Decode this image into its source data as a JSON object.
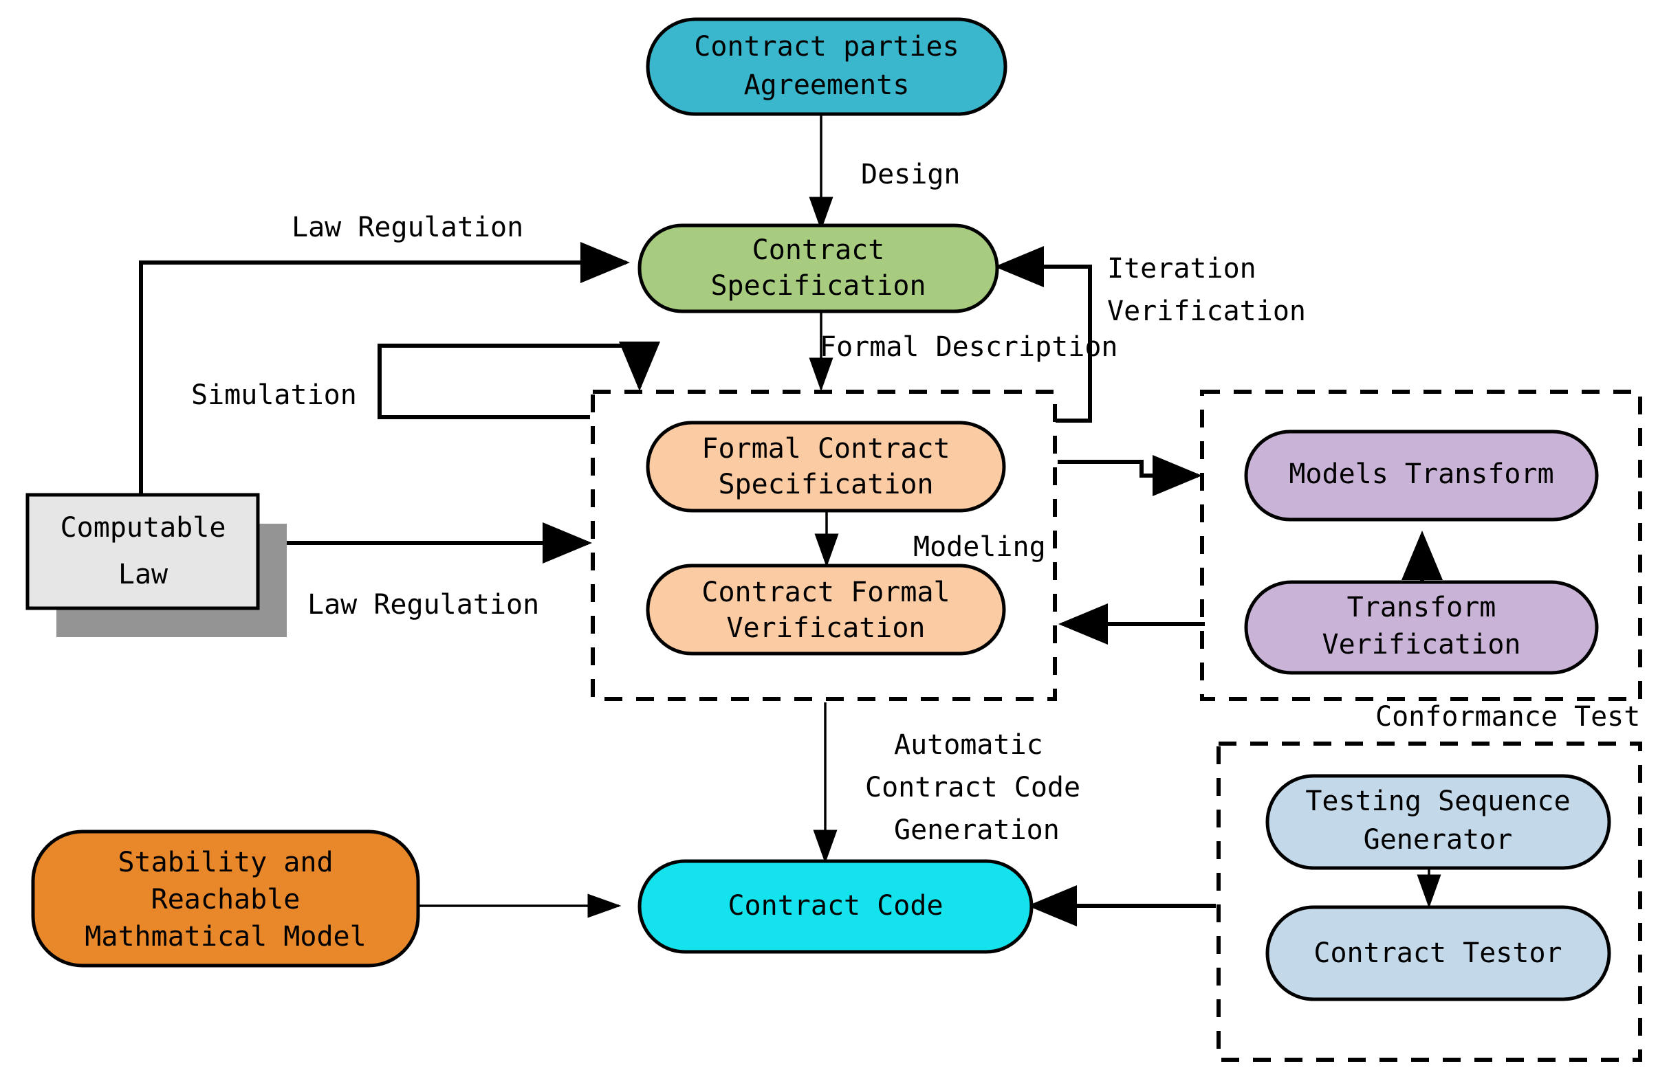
{
  "diagram": {
    "title": "Contract formal specification, verification and code generation workflow",
    "colors": {
      "teal": "#3ab7cc",
      "green": "#a8cc7f",
      "peach": "#fbcba3",
      "purple": "#c9b3d6",
      "lightblue": "#c3d8e8",
      "cyan": "#14e3ee",
      "orange": "#e8882b",
      "grey_box": "#e6e6e6",
      "grey_shadow": "#949494",
      "stroke": "#000000",
      "background": "#ffffff"
    },
    "nodes": [
      {
        "id": "contract-parties-agreements",
        "line1": "Contract parties",
        "line2": "Agreements",
        "shape": "stadium",
        "color": "teal"
      },
      {
        "id": "contract-specification",
        "line1": "Contract",
        "line2": "Specification",
        "shape": "stadium",
        "color": "green"
      },
      {
        "id": "computable-law",
        "line1": "Computable",
        "line2": "Law",
        "shape": "rect-shadow",
        "color": "grey_box"
      },
      {
        "id": "formal-contract-specification",
        "line1": "Formal Contract",
        "line2": "Specification",
        "shape": "stadium",
        "color": "peach"
      },
      {
        "id": "contract-formal-verification",
        "line1": "Contract Formal",
        "line2": "Verification",
        "shape": "stadium",
        "color": "peach"
      },
      {
        "id": "models-transform",
        "line1": "Models Transform",
        "line2": "",
        "shape": "stadium",
        "color": "purple"
      },
      {
        "id": "transform-verification",
        "line1": "Transform",
        "line2": "Verification",
        "shape": "stadium",
        "color": "purple"
      },
      {
        "id": "testing-sequence-generator",
        "line1": "Testing Sequence",
        "line2": "Generator",
        "shape": "stadium",
        "color": "lightblue"
      },
      {
        "id": "contract-testor",
        "line1": "Contract Testor",
        "line2": "",
        "shape": "stadium",
        "color": "lightblue"
      },
      {
        "id": "contract-code",
        "line1": "Contract Code",
        "line2": "",
        "shape": "stadium",
        "color": "cyan"
      },
      {
        "id": "stability-model",
        "line1": "Stability and",
        "line2": "Reachable",
        "line3": "Mathmatical Model",
        "shape": "stadium",
        "color": "orange"
      }
    ],
    "edge_labels": [
      {
        "id": "design",
        "text": "Design"
      },
      {
        "id": "law-regulation-top",
        "text": "Law Regulation"
      },
      {
        "id": "law-regulation-bottom",
        "text": "Law Regulation"
      },
      {
        "id": "iteration",
        "text": "Iteration"
      },
      {
        "id": "verification",
        "text": "Verification"
      },
      {
        "id": "formal-description",
        "text": "Formal Description"
      },
      {
        "id": "simulation",
        "text": "Simulation"
      },
      {
        "id": "modeling",
        "text": "Modeling"
      },
      {
        "id": "automatic",
        "text": "Automatic"
      },
      {
        "id": "contract-code-gen-line2",
        "text": "Contract Code"
      },
      {
        "id": "contract-code-gen-line3",
        "text": "Generation"
      }
    ],
    "group_labels": [
      {
        "id": "conformance-test",
        "text": "Conformance Test"
      }
    ]
  }
}
